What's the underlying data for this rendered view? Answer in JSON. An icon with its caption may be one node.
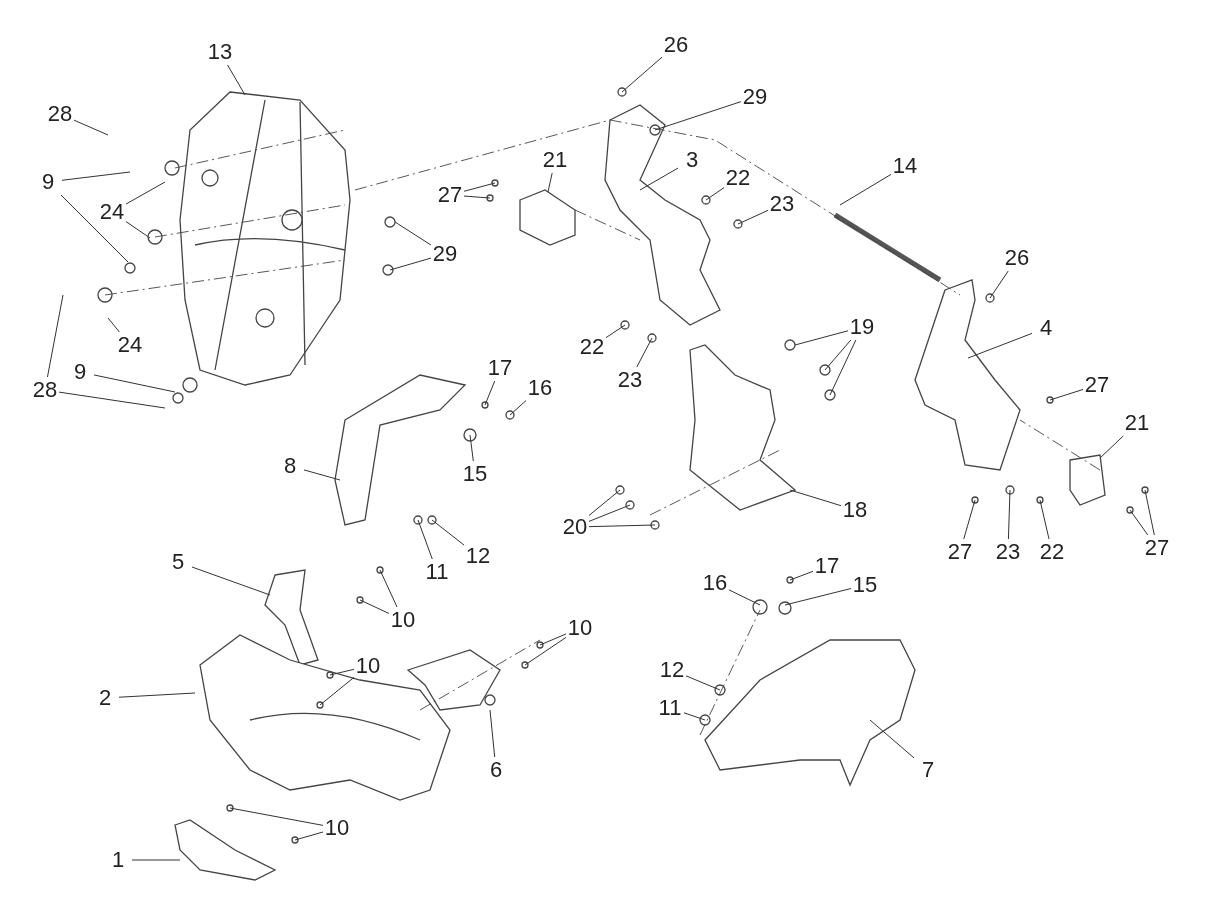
{
  "diagram": {
    "nodes": [
      {
        "text": [
          "13"
        ]
      },
      {
        "text": [
          "26"
        ]
      },
      {
        "text": [
          "28"
        ]
      },
      {
        "text": [
          "29"
        ]
      },
      {
        "text": [
          "21"
        ]
      },
      {
        "text": [
          "3"
        ]
      },
      {
        "text": [
          "14"
        ]
      },
      {
        "text": [
          "9"
        ]
      },
      {
        "text": [
          "24"
        ]
      },
      {
        "text": [
          "27"
        ]
      },
      {
        "text": [
          "22"
        ]
      },
      {
        "text": [
          "23"
        ]
      },
      {
        "text": [
          "29"
        ]
      },
      {
        "text": [
          "26"
        ]
      },
      {
        "text": [
          "24"
        ]
      },
      {
        "text": [
          "19"
        ]
      },
      {
        "text": [
          "4"
        ]
      },
      {
        "text": [
          "22"
        ]
      },
      {
        "text": [
          "28"
        ]
      },
      {
        "text": [
          "9"
        ]
      },
      {
        "text": [
          "23"
        ]
      },
      {
        "text": [
          "17"
        ]
      },
      {
        "text": [
          "16"
        ]
      },
      {
        "text": [
          "27"
        ]
      },
      {
        "text": [
          "21"
        ]
      },
      {
        "text": [
          "8"
        ]
      },
      {
        "text": [
          "15"
        ]
      },
      {
        "text": [
          "20"
        ]
      },
      {
        "text": [
          "18"
        ]
      },
      {
        "text": [
          "12"
        ]
      },
      {
        "text": [
          "11"
        ]
      },
      {
        "text": [
          "27"
        ]
      },
      {
        "text": [
          "23"
        ]
      },
      {
        "text": [
          "22"
        ]
      },
      {
        "text": [
          "27"
        ]
      },
      {
        "text": [
          "5"
        ]
      },
      {
        "text": [
          "10"
        ]
      },
      {
        "text": [
          "16"
        ]
      },
      {
        "text": [
          "17"
        ]
      },
      {
        "text": [
          "15"
        ]
      },
      {
        "text": [
          "10"
        ]
      },
      {
        "text": [
          "10"
        ]
      },
      {
        "text": [
          "12"
        ]
      },
      {
        "text": [
          "2"
        ]
      },
      {
        "text": [
          "11"
        ]
      },
      {
        "text": [
          "6"
        ]
      },
      {
        "text": [
          "7"
        ]
      },
      {
        "text": [
          "10"
        ]
      },
      {
        "text": [
          "1"
        ]
      }
    ],
    "edges": [
      {
        "from": 0,
        "to": null,
        "arrow": "none"
      },
      {
        "from": 1,
        "to": null,
        "arrow": "none"
      },
      {
        "from": 2,
        "to": null,
        "arrow": "none"
      },
      {
        "from": 3,
        "to": null,
        "arrow": "none"
      },
      {
        "from": 4,
        "to": null,
        "arrow": "none"
      },
      {
        "from": 5,
        "to": null,
        "arrow": "none"
      },
      {
        "from": 6,
        "to": null,
        "arrow": "none"
      },
      {
        "from": 7,
        "to": null,
        "arrow": "none"
      },
      {
        "from": 7,
        "to": null,
        "arrow": "none"
      },
      {
        "from": 8,
        "to": null,
        "arrow": "none"
      },
      {
        "from": 8,
        "to": null,
        "arrow": "none"
      },
      {
        "from": 9,
        "to": null,
        "arrow": "none"
      },
      {
        "from": 9,
        "to": null,
        "arrow": "none"
      },
      {
        "from": 10,
        "to": null,
        "arrow": "none"
      },
      {
        "from": 11,
        "to": null,
        "arrow": "none"
      },
      {
        "from": 12,
        "to": null,
        "arrow": "none"
      },
      {
        "from": 12,
        "to": null,
        "arrow": "none"
      },
      {
        "from": 13,
        "to": null,
        "arrow": "none"
      },
      {
        "from": 14,
        "to": null,
        "arrow": "none"
      },
      {
        "from": 15,
        "to": null,
        "arrow": "none"
      },
      {
        "from": 15,
        "to": null,
        "arrow": "none"
      },
      {
        "from": 15,
        "to": null,
        "arrow": "none"
      },
      {
        "from": 16,
        "to": null,
        "arrow": "none"
      },
      {
        "from": 17,
        "to": null,
        "arrow": "none"
      },
      {
        "from": 18,
        "to": null,
        "arrow": "none"
      },
      {
        "from": 18,
        "to": null,
        "arrow": "none"
      },
      {
        "from": 19,
        "to": null,
        "arrow": "none"
      },
      {
        "from": 20,
        "to": null,
        "arrow": "none"
      },
      {
        "from": 21,
        "to": null,
        "arrow": "none"
      },
      {
        "from": 22,
        "to": null,
        "arrow": "none"
      },
      {
        "from": 23,
        "to": null,
        "arrow": "none"
      },
      {
        "from": 24,
        "to": null,
        "arrow": "none"
      },
      {
        "from": 25,
        "to": null,
        "arrow": "none"
      },
      {
        "from": 26,
        "to": null,
        "arrow": "none"
      },
      {
        "from": 27,
        "to": null,
        "arrow": "none"
      },
      {
        "from": 27,
        "to": null,
        "arrow": "none"
      },
      {
        "from": 27,
        "to": null,
        "arrow": "none"
      },
      {
        "from": 28,
        "to": null,
        "arrow": "none"
      },
      {
        "from": 29,
        "to": null,
        "arrow": "none"
      },
      {
        "from": 30,
        "to": null,
        "arrow": "none"
      },
      {
        "from": 31,
        "to": null,
        "arrow": "none"
      },
      {
        "from": 32,
        "to": null,
        "arrow": "none"
      },
      {
        "from": 33,
        "to": null,
        "arrow": "none"
      },
      {
        "from": 34,
        "to": null,
        "arrow": "none"
      },
      {
        "from": 34,
        "to": null,
        "arrow": "none"
      },
      {
        "from": 35,
        "to": null,
        "arrow": "none"
      },
      {
        "from": 36,
        "to": null,
        "arrow": "none"
      },
      {
        "from": 36,
        "to": null,
        "arrow": "none"
      },
      {
        "from": 37,
        "to": null,
        "arrow": "none"
      },
      {
        "from": 38,
        "to": null,
        "arrow": "none"
      },
      {
        "from": 39,
        "to": null,
        "arrow": "none"
      },
      {
        "from": 40,
        "to": null,
        "arrow": "none"
      },
      {
        "from": 40,
        "to": null,
        "arrow": "none"
      },
      {
        "from": 41,
        "to": null,
        "arrow": "none"
      },
      {
        "from": 41,
        "to": null,
        "arrow": "none"
      },
      {
        "from": 42,
        "to": null,
        "arrow": "none"
      },
      {
        "from": 43,
        "to": null,
        "arrow": "none"
      },
      {
        "from": 44,
        "to": null,
        "arrow": "none"
      },
      {
        "from": 45,
        "to": null,
        "arrow": "none"
      },
      {
        "from": 46,
        "to": null,
        "arrow": "none"
      },
      {
        "from": 47,
        "to": null,
        "arrow": "none"
      },
      {
        "from": 47,
        "to": null,
        "arrow": "none"
      },
      {
        "from": 48,
        "to": null,
        "arrow": "none"
      }
    ]
  }
}
